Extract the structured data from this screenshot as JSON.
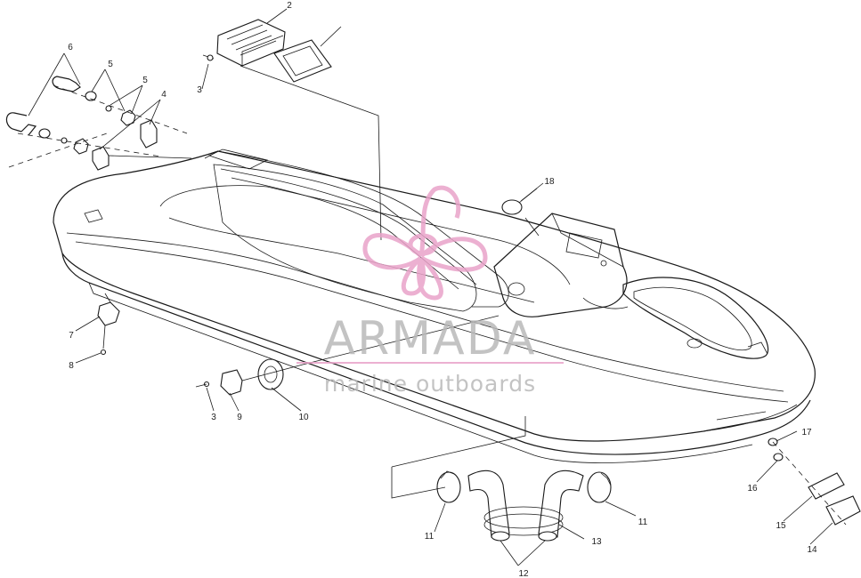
{
  "diagram": {
    "labels": [
      "2",
      "3",
      "6",
      "5",
      "5",
      "4",
      "18",
      "7",
      "8",
      "3",
      "9",
      "10",
      "17",
      "16",
      "15",
      "14",
      "11",
      "11",
      "13",
      "12"
    ]
  },
  "watermark": {
    "title": "ARMADA",
    "subtitle": "marine outboards",
    "color": "#b9b9b9",
    "accent": "#e9a3c9"
  }
}
